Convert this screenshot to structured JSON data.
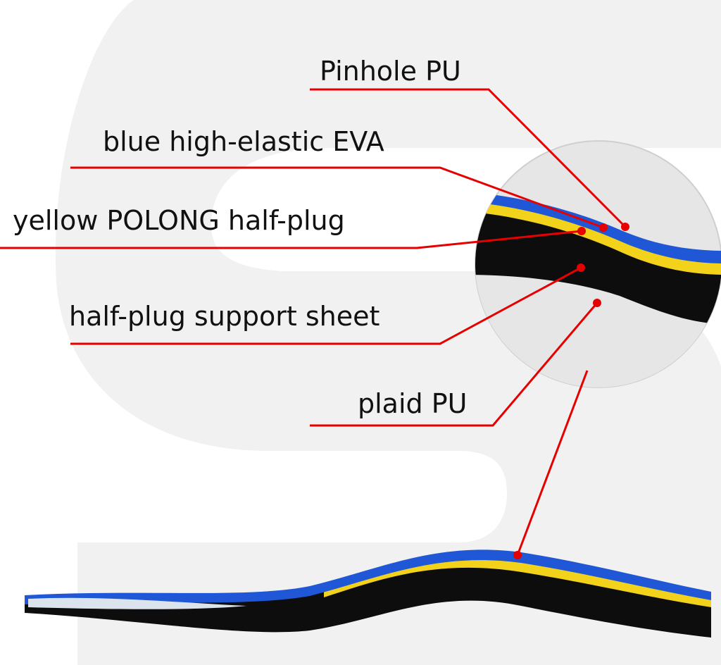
{
  "labels": {
    "pinhole_pu": "Pinhole PU",
    "blue_eva": "blue high-elastic EVA",
    "yellow_polong": "yellow POLONG half-plug",
    "support_sheet": "half-plug support sheet",
    "plaid_pu": "plaid PU"
  },
  "colors": {
    "leader_line": "#e60000",
    "blue_layer": "#1f57d6",
    "yellow_layer": "#f2d21b",
    "black_layer": "#0d0d0d",
    "background_watermark": "#f1f1f1",
    "magnifier_fill": "#e6e6e6"
  }
}
